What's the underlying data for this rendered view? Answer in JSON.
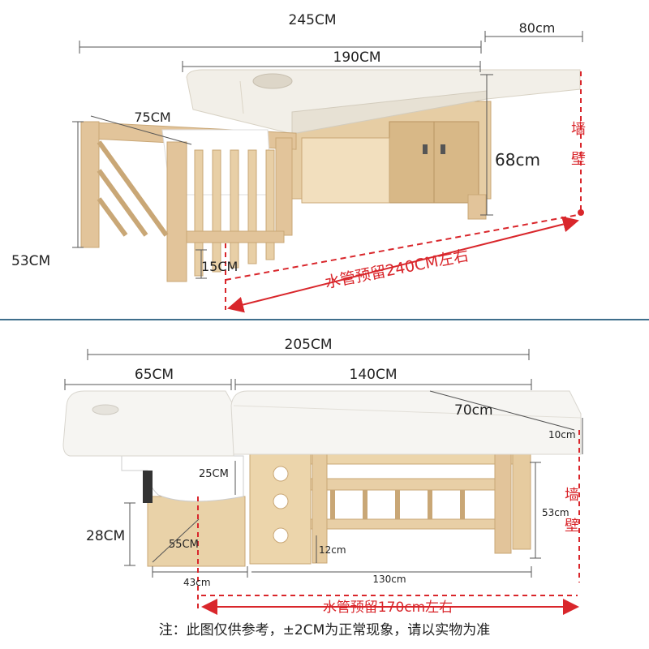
{
  "top_panel": {
    "dims": {
      "total_length": "245CM",
      "width": "80cm",
      "bed_length": "190CM",
      "basin_width": "75CM",
      "bed_height": "68cm",
      "basin_height": "53CM",
      "floor_gap": "15CM"
    },
    "wall_label": [
      "墙",
      "壁"
    ],
    "pipe_label": "水管预留240CM左右"
  },
  "bottom_panel": {
    "dims": {
      "total_length": "205CM",
      "head_length": "65CM",
      "body_length": "140CM",
      "width": "70cm",
      "mattress_thickness": "10cm",
      "basin_depth": "25CM",
      "cabinet_height": "28CM",
      "cabinet_length": "55CM",
      "leg_height": "53cm",
      "shelf_gap": "12cm",
      "head_offset": "43cm",
      "frame_length": "130cm"
    },
    "wall_label": [
      "墙",
      "壁"
    ],
    "pipe_label": "水管预留170cm左右"
  },
  "note": "注：此图仅供参考，±2CM为正常现象，请以实物为准",
  "colors": {
    "divider": "#3f6e8c",
    "pipe_red": "#d9262b",
    "wood": "#e2c49a",
    "wood_dark": "#c9a776",
    "mattress": "#f2efe8"
  }
}
